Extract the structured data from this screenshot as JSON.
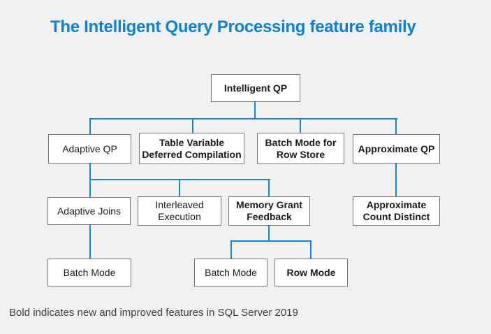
{
  "title": "The Intelligent Query Processing feature family",
  "footnote": "Bold indicates new and improved features in SQL Server 2019",
  "colors": {
    "title_blue": "#0f80d4",
    "connector_blue": "#1583d5",
    "background": "#f1f1f1",
    "box_border": "#767676",
    "box_fill": "#ffffff"
  },
  "nodes": {
    "intelligent_qp": {
      "label": "Intelligent QP",
      "bold": true
    },
    "adaptive_qp": {
      "label": "Adaptive QP",
      "bold": false
    },
    "table_variable_deferred_compilation": {
      "line1": "Table Variable",
      "line2": "Deferred Compilation",
      "bold": true
    },
    "batch_mode_for_row_store": {
      "line1": "Batch Mode for",
      "line2": "Row Store",
      "bold": true
    },
    "approximate_qp": {
      "label": "Approximate QP",
      "bold": true
    },
    "adaptive_joins": {
      "label": "Adaptive Joins",
      "bold": false
    },
    "interleaved_execution": {
      "line1": "Interleaved",
      "line2": "Execution",
      "bold": false
    },
    "memory_grant_feedback": {
      "line1": "Memory Grant",
      "line2": "Feedback",
      "bold": true
    },
    "approximate_count_distinct": {
      "line1": "Approximate",
      "line2": "Count Distinct",
      "bold": true
    },
    "batch_mode_under_adaptive_joins": {
      "label": "Batch Mode",
      "bold": false
    },
    "batch_mode_under_memory_grant": {
      "label": "Batch Mode",
      "bold": false
    },
    "row_mode": {
      "label": "Row Mode",
      "bold": true
    }
  }
}
